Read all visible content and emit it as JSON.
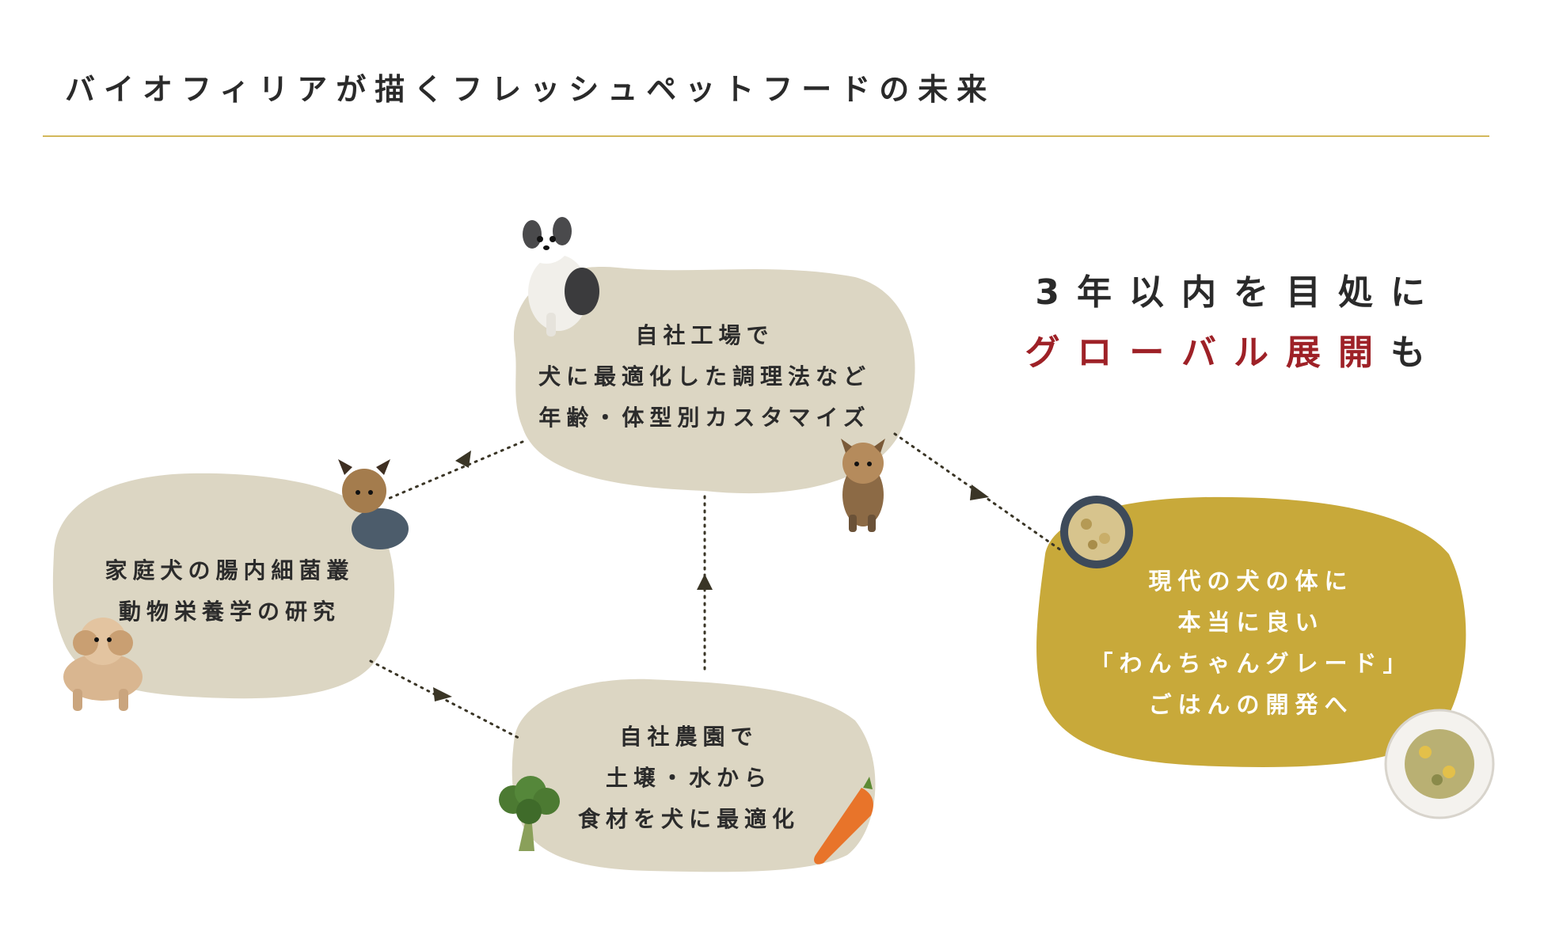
{
  "page": {
    "title": "バイオフィリアが描くフレッシュペットフードの未来"
  },
  "headline": {
    "line1": "3年以内を目処に",
    "line2_highlight": "グローバル展開",
    "line2_suffix": "も"
  },
  "nodes": {
    "factory": {
      "lines": [
        "自社工場で",
        "犬に最適化した調理法など",
        "年齢・体型別カスタマイズ"
      ]
    },
    "research": {
      "lines": [
        "家庭犬の腸内細菌叢",
        "動物栄養学の研究"
      ]
    },
    "farm": {
      "lines": [
        "自社農園で",
        "土壌・水から",
        "食材を犬に最適化"
      ]
    },
    "goal": {
      "lines": [
        "現代の犬の体に",
        "本当に良い",
        "「わんちゃんグレード」",
        "ごはんの開発へ"
      ]
    }
  },
  "colors": {
    "accent_gold": "#c8a93a",
    "rule": "#d3b85b",
    "blob_beige": "#dcd6c3",
    "highlight_red": "#9e2127",
    "arrow": "#3a3526"
  },
  "icons": [
    "dog-shihtzu-icon",
    "dog-yorkie-icon",
    "dog-poodle-icon",
    "broccoli-icon",
    "carrot-icon",
    "food-bowl-icon",
    "food-plate-icon"
  ]
}
